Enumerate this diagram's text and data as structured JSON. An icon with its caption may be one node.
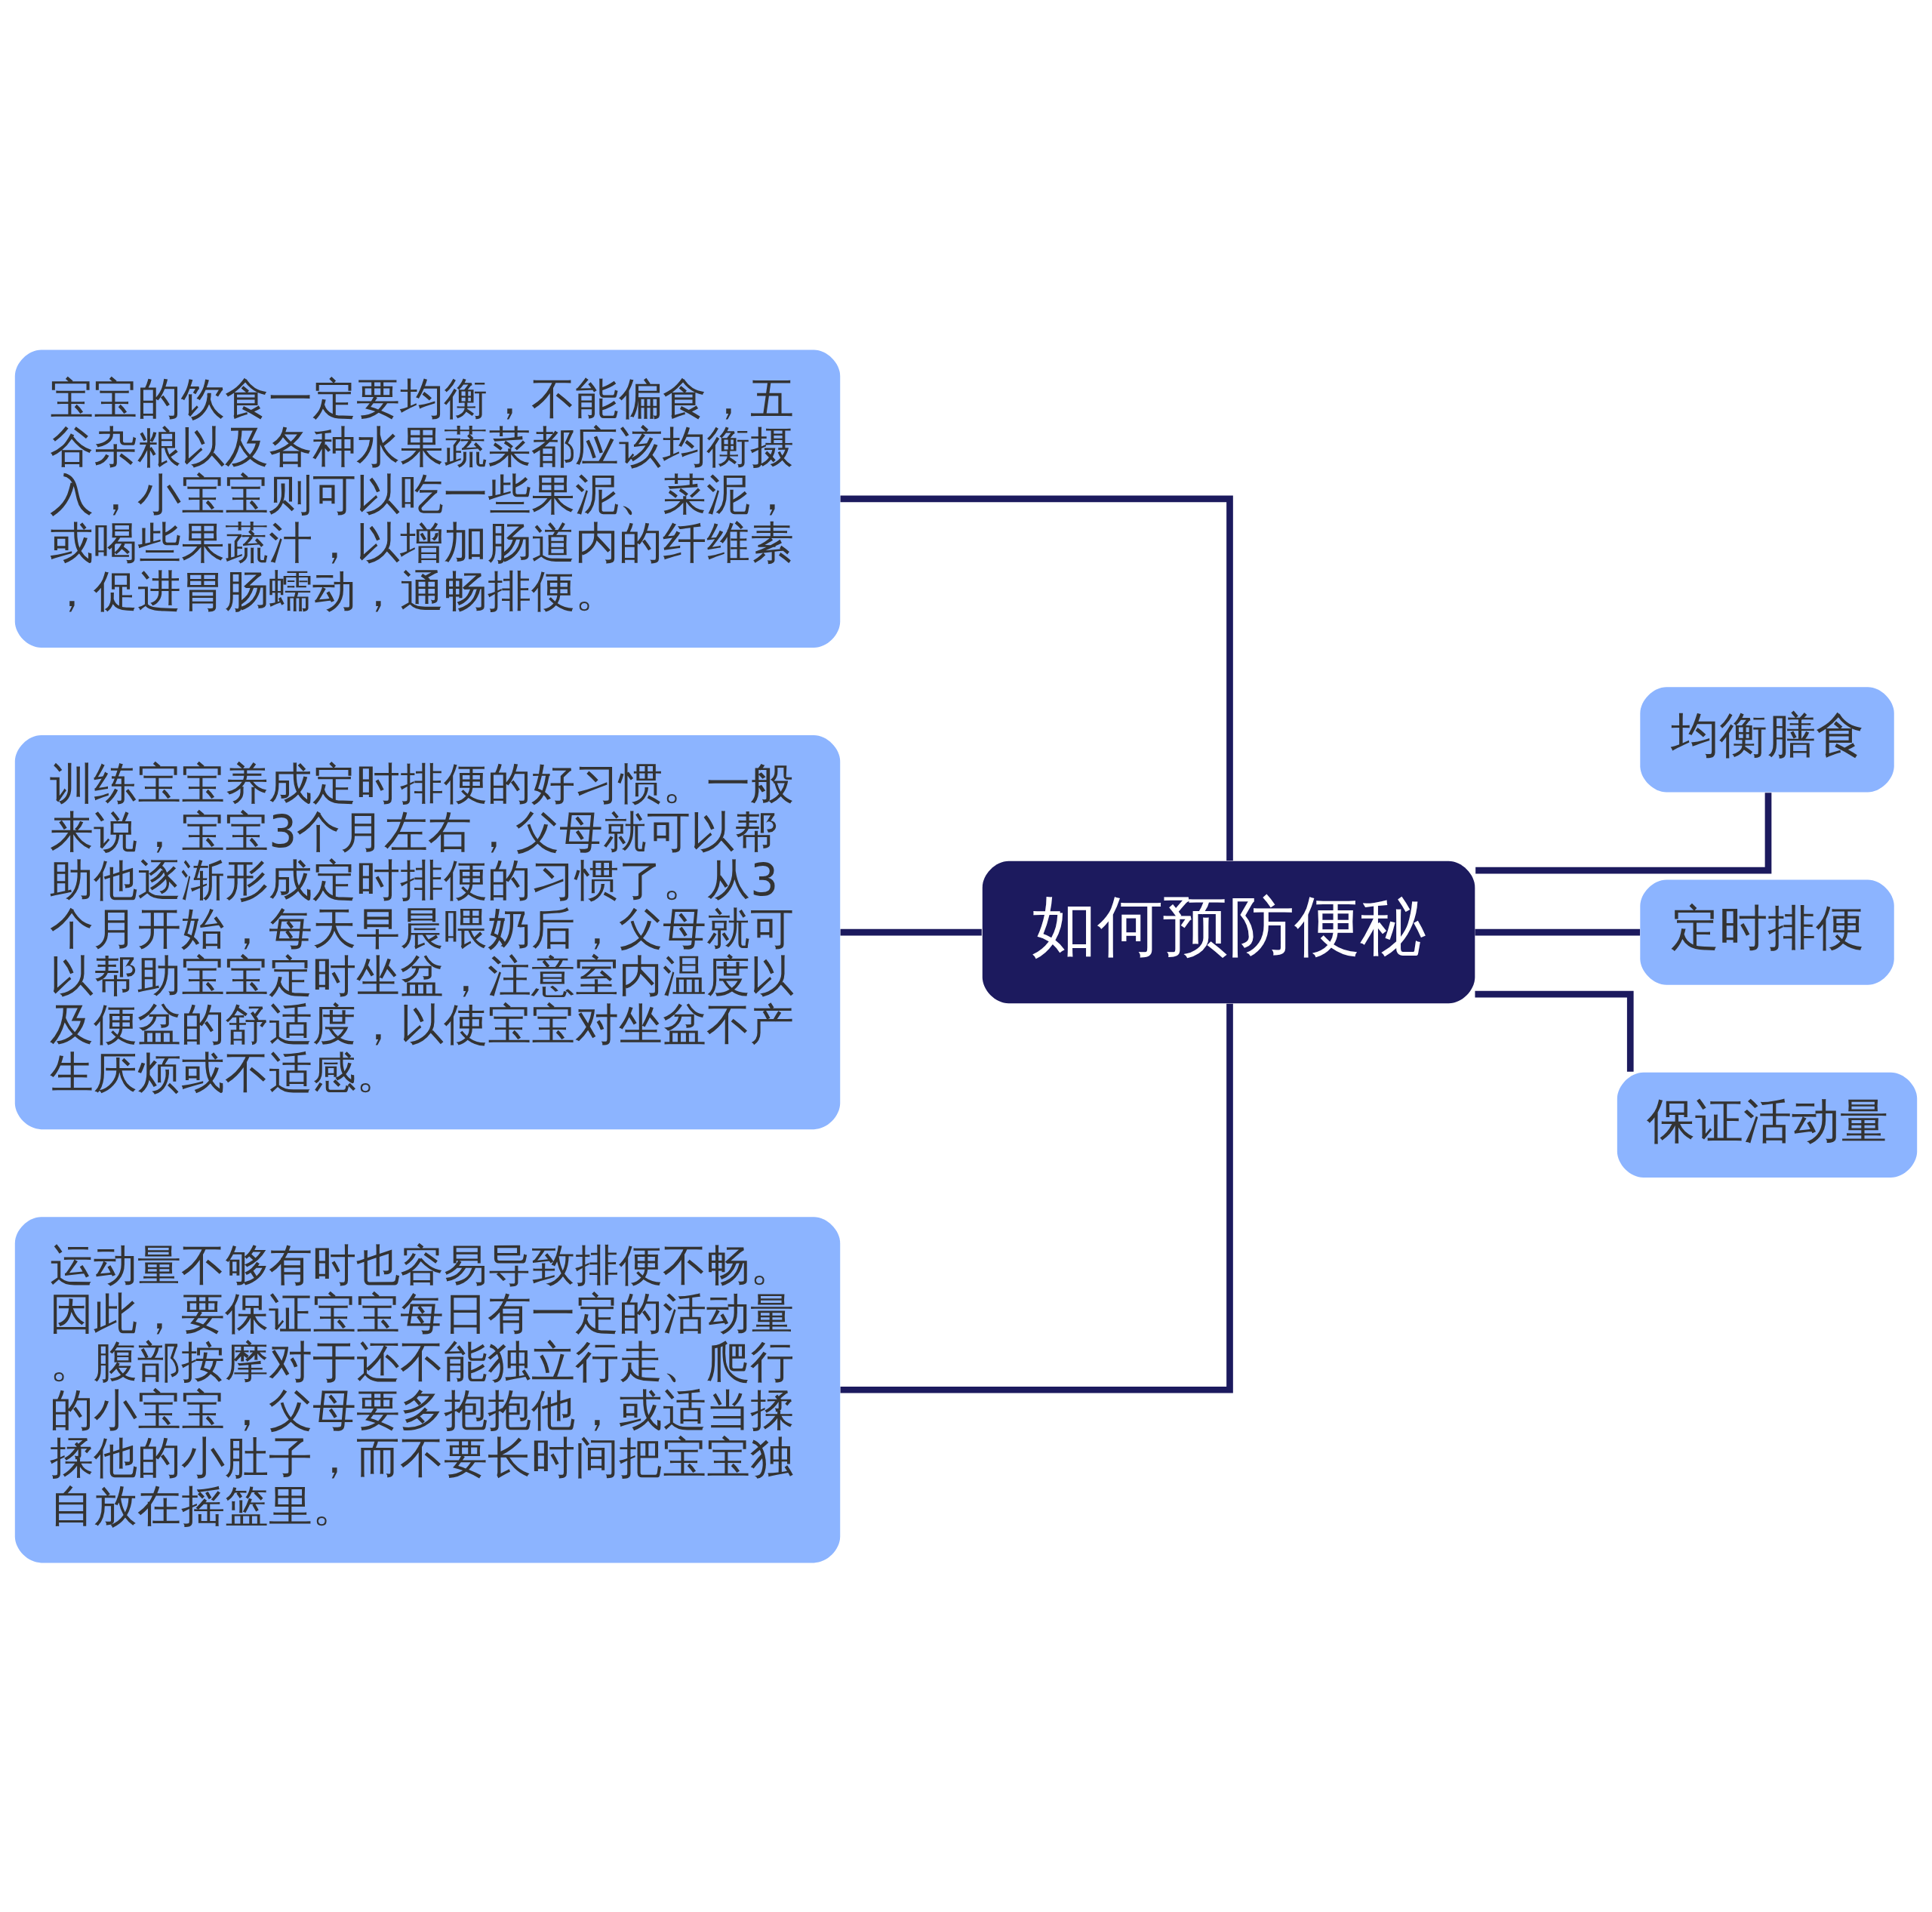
{
  "diagram": {
    "nodes": [
      {
        "text": [
          "如何预防便秘"
        ]
      },
      {
        "text": [
          "均衡膳食"
        ]
      },
      {
        "text": [
          "定时排便"
        ]
      },
      {
        "text": [
          "保证活动量"
        ]
      },
      {
        "text": [
          "宝宝的饮食一定要均衡，不能偏食，五谷杂粮以及各种水果蔬菜都应该均衡摄入，小宝宝则可以吃一些果泥、菜泥，或喝些果蔬汁，以增加肠道内的纤维素，促进胃肠蠕动，通畅排便。"
        ]
      },
      {
        "text": [
          "训练宝宝养成定时排便的好习惯。一般来说，宝宝3个月左右，父母就可以帮助他逐渐形成定时排便的习惯了。从3个月开始，每天早晨喂奶后，父母就可以帮助宝宝定时坐盆，注意室内温度以及便盆的舒适度，以使宝宝对坐盆不产生厌烦或不适感。"
        ]
      },
      {
        "text": [
          "运动量不够有时也容易导致排便不畅。因此，要保证宝宝每日有一定的活动量。腹部按摩对于还不能独立行走、爬行的小宝宝，父母要多抱抱他，或适当揉揉他的小肚子，而不要长时间把宝宝独自放在摇篮里。"
        ]
      }
    ],
    "edges": [
      {
        "from": 0,
        "to": 1,
        "arrow": "none"
      },
      {
        "from": 0,
        "to": 2,
        "arrow": "none"
      },
      {
        "from": 0,
        "to": 3,
        "arrow": "none"
      },
      {
        "from": 0,
        "to": 4,
        "arrow": "none"
      },
      {
        "from": 0,
        "to": 5,
        "arrow": "none"
      },
      {
        "from": 0,
        "to": 6,
        "arrow": "none"
      }
    ]
  }
}
